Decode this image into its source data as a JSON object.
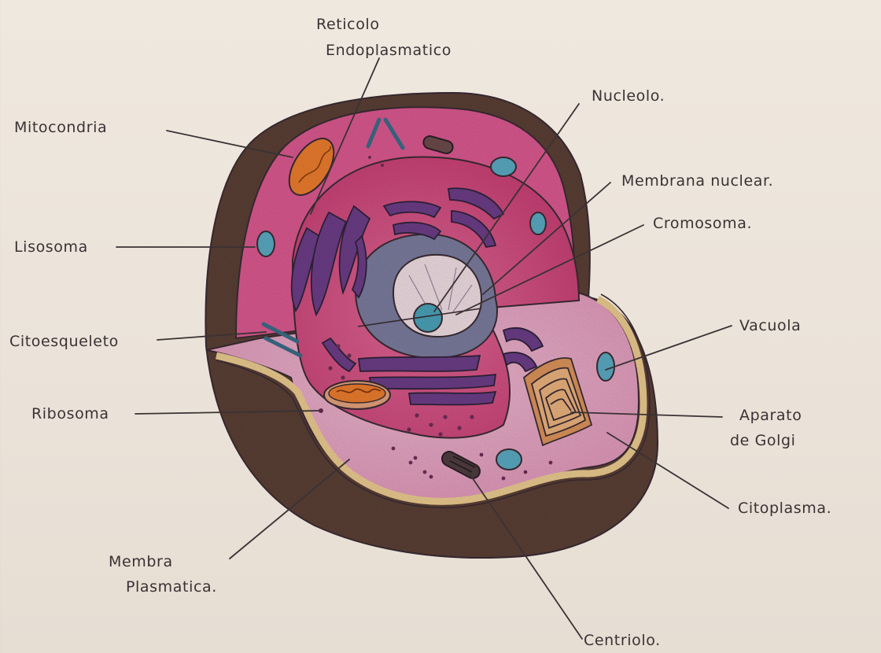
{
  "labels": {
    "reticulo_1": "Reticolo",
    "reticulo_2": "Endoplasmatico",
    "mitocondria": "Mitocondria",
    "nucleolo": "Nucleolo.",
    "membrana_nuclear": "Membrana nuclear.",
    "cromosoma": "Cromosoma.",
    "lisosoma": "Lisosoma",
    "citoesqueleto": "Citoesqueleto",
    "vacuola": "Vacuola",
    "ribosoma": "Ribosoma",
    "aparato_1": "Aparato",
    "aparato_2": "de Golgi",
    "citoplasma": "Citoplasma.",
    "membrana_plasmatica_1": "Membra",
    "membrana_plasmatica_2": "Plasmatica.",
    "centriolo": "Centriolo."
  },
  "colors": {
    "paper": "#ece5dc",
    "outer_membrane": "#5a3f35",
    "cytoplasm": "#d8588e",
    "cut_face": "#e5a9c4",
    "membrane_band": "#e8c88e",
    "nucleus": "#cf4a7d",
    "nuclear_envelope": "#7a7a9c",
    "nucleoplasm": "#ecdbe0",
    "nucleolus": "#4aa0b6",
    "er": "#6b3d86",
    "mitochondrion": "#e87b2e",
    "lysosome": "#5aa8bf",
    "golgi": "#d9925a"
  }
}
